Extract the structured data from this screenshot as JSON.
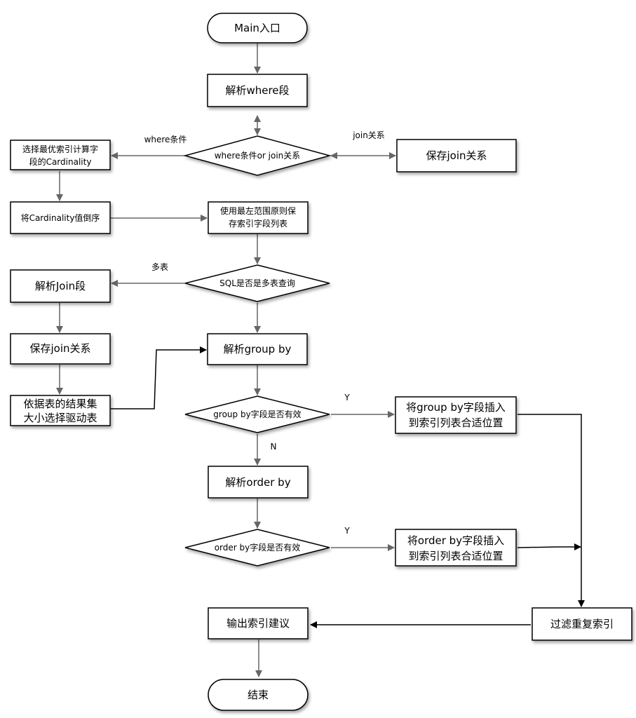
{
  "nodes": {
    "start": "Main入口",
    "parse_where": "解析where段",
    "decision_where_join": "where条件or join关系",
    "select_index_line1": "选择最优索引计算字",
    "select_index_line2": "段的Cardinality",
    "save_join_1": "保存join关系",
    "sort_cardinality": "将Cardinality值倒序",
    "leftmost_line1": "使用最左范围原则保",
    "leftmost_line2": "存索引字段列表",
    "decision_multi_table": "SQL是否是多表查询",
    "parse_join": "解析Join段",
    "save_join_2": "保存join关系",
    "drive_table_line1": "依据表的结果集",
    "drive_table_line2": "大小选择驱动表",
    "parse_group_by": "解析group by",
    "decision_group_by": "group by字段是否有效",
    "insert_group_by_line1": "将group by字段插入",
    "insert_group_by_line2": "到索引列表合适位置",
    "parse_order_by": "解析order by",
    "decision_order_by": "order by字段是否有效",
    "insert_order_by_line1": "将order by字段插入",
    "insert_order_by_line2": "到索引列表合适位置",
    "dedupe_index": "过滤重复索引",
    "output_advice": "输出索引建议",
    "end": "结束"
  },
  "edge_labels": {
    "where_condition": "where条件",
    "join_relation": "join关系",
    "multi_table": "多表",
    "group_yes": "Y",
    "group_no": "N",
    "order_yes": "Y"
  }
}
